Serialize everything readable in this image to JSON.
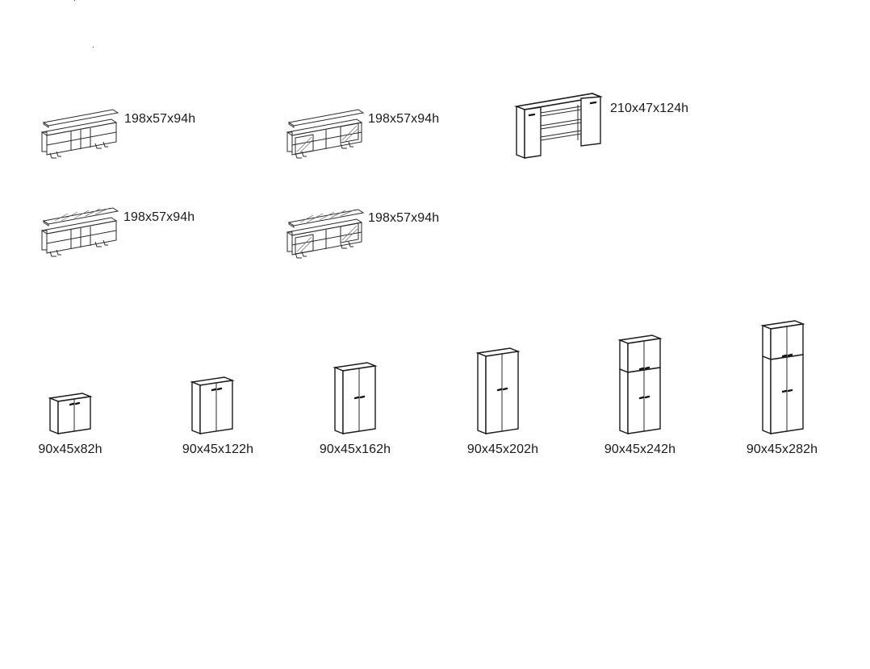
{
  "sideboards": [
    {
      "dims": "198x57x94h",
      "variant": "open-top"
    },
    {
      "dims": "198x57x94h",
      "variant": "open-top-glass-doors"
    },
    {
      "dims": "210x47x124h",
      "variant": "wall-unit"
    },
    {
      "dims": "198x57x94h",
      "variant": "glass-top"
    },
    {
      "dims": "198x57x94h",
      "variant": "glass-top-glass-doors"
    }
  ],
  "wardrobes": [
    {
      "dims": "90x45x82h",
      "modules": 1
    },
    {
      "dims": "90x45x122h",
      "modules": 1
    },
    {
      "dims": "90x45x162h",
      "modules": 1
    },
    {
      "dims": "90x45x202h",
      "modules": 1
    },
    {
      "dims": "90x45x242h",
      "modules": 2
    },
    {
      "dims": "90x45x282h",
      "modules": 2
    }
  ]
}
